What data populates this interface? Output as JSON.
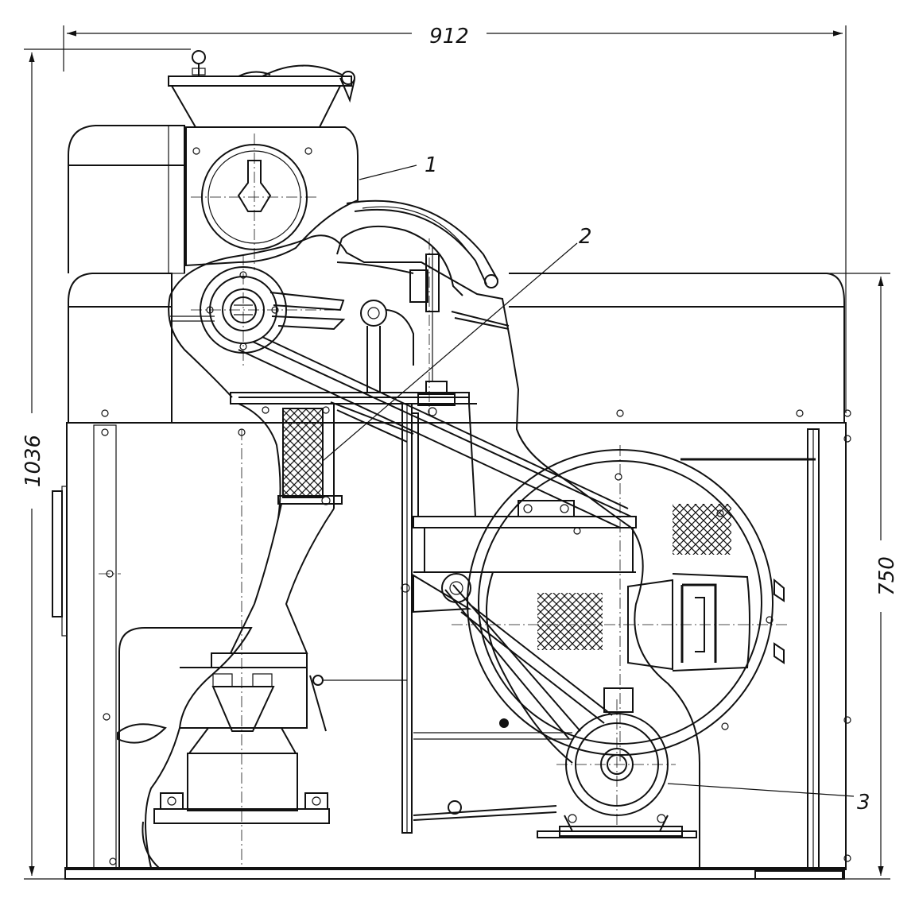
{
  "dimensions": {
    "width": "912",
    "height_total": "1036",
    "height_right": "750"
  },
  "callouts": {
    "c1": "1",
    "c2": "2",
    "c3": "3"
  },
  "colors": {
    "line": "#111111",
    "background": "#ffffff"
  }
}
